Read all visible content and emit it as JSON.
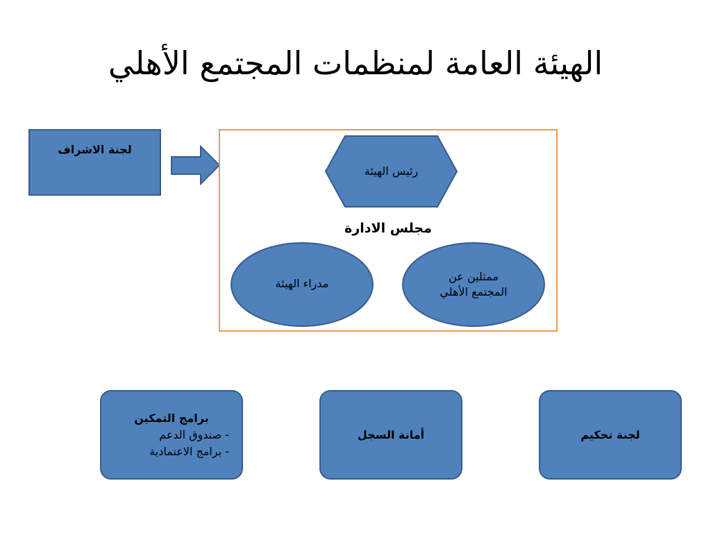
{
  "title": "الهيئة العامة لمنظمات المجتمع الأهلي",
  "supervision": {
    "label": "لجنة الاشراف"
  },
  "board": {
    "label": "مجلس الادارة",
    "head": "رئيس الهيئة",
    "directors": "مدراء الهيئة",
    "representatives_line1": "ممثلين عن",
    "representatives_line2": "المجتمع الأهلي"
  },
  "bottom": {
    "empowerment": {
      "heading": "برامج التمكين",
      "item1": "- صندوق الدعم",
      "item2": "- برامج الاعتمادية"
    },
    "registry": "أمانة السجل",
    "arbitration": "لجنة تحكيم"
  },
  "colors": {
    "fill": "#4f81bd",
    "stroke": "#385d8a",
    "board_border": "#f79646"
  }
}
